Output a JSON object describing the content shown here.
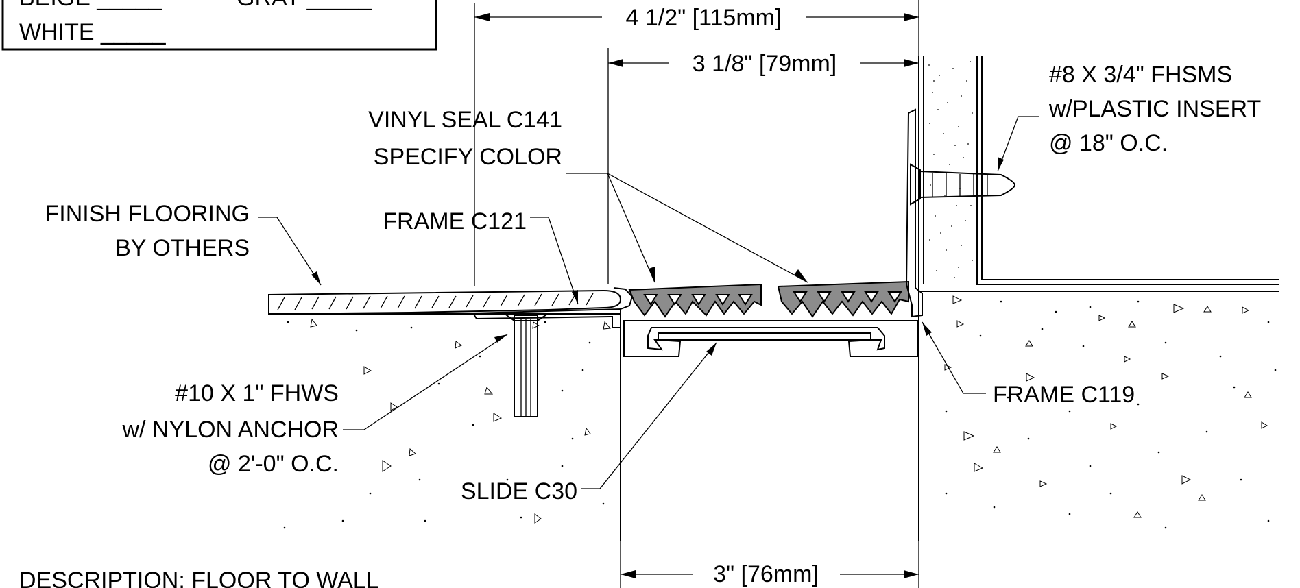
{
  "color_box": {
    "row1_left": "BEIGE _____",
    "row1_right": "GRAY _____",
    "row2": "WHITE _____"
  },
  "dimensions": {
    "overall": "4 1/2\" [115mm]",
    "seal": "3 1/8\" [79mm]",
    "gap": "3\" [76mm]"
  },
  "callouts": {
    "vinyl_seal_1": "VINYL SEAL C141",
    "vinyl_seal_2": "SPECIFY COLOR",
    "finish_flooring_1": "FINISH FLOORING",
    "finish_flooring_2": "BY OTHERS",
    "frame_c121": "FRAME C121",
    "fastener_1": "#10 X 1\" FHWS",
    "fastener_2": "w/ NYLON ANCHOR",
    "fastener_3": "@ 2'-0\" O.C.",
    "slide": "SLIDE C30",
    "frame_c119": "FRAME C119",
    "screw_1": "#8 X 3/4\" FHSMS",
    "screw_2": "w/PLASTIC INSERT",
    "screw_3": "@ 18\" O.C."
  },
  "description": "DESCRIPTION:  FLOOR TO WALL",
  "colors": {
    "line": "#000000",
    "seal_fill": "#8c8c8c",
    "background": "#ffffff"
  }
}
